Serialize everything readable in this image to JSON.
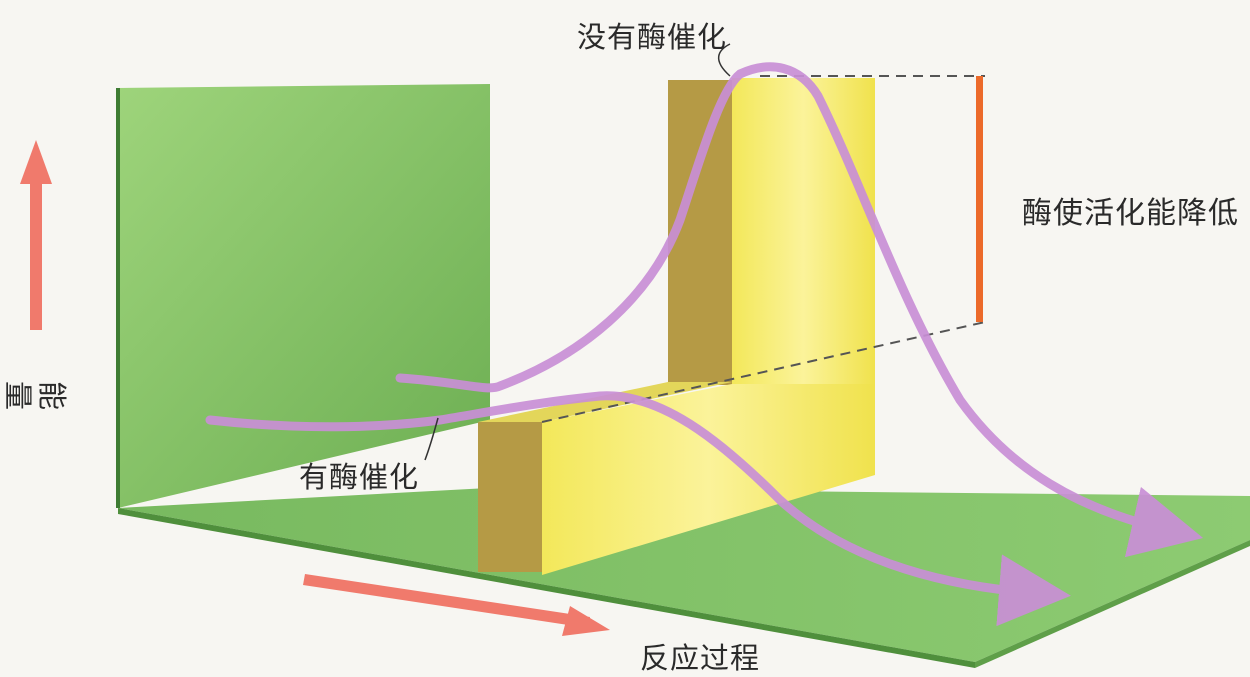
{
  "labels": {
    "no_enzyme": "没有酶催化",
    "with_enzyme": "有酶催化",
    "lowered": "酶使活化能降低",
    "reaction_process": "反应过程",
    "energy": "能量"
  },
  "colors": {
    "green_wall": "#8cc96a",
    "green_floor": "#7cbf63",
    "yellow_face": "#f4ec5e",
    "block_side": "#b59a45",
    "purple_arrow": "#c98fd6",
    "red_arrow": "#f07a6c",
    "orange_bar": "#ec6a2a",
    "dashed_line": "#555555"
  },
  "icons": [
    "energy-up-arrow-icon",
    "reaction-direction-arrow-icon"
  ]
}
